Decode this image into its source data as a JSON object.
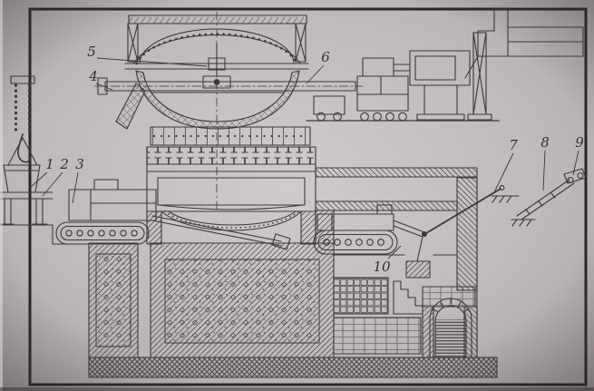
{
  "figure": {
    "type": "scanned-line-diagram",
    "labels": [
      "1",
      "2",
      "3",
      "4",
      "5",
      "6",
      "7",
      "8",
      "9",
      "10"
    ]
  },
  "colors": {
    "paper": "#c8c2c5",
    "ink": "#3e383b",
    "frame": "#2a2427"
  }
}
